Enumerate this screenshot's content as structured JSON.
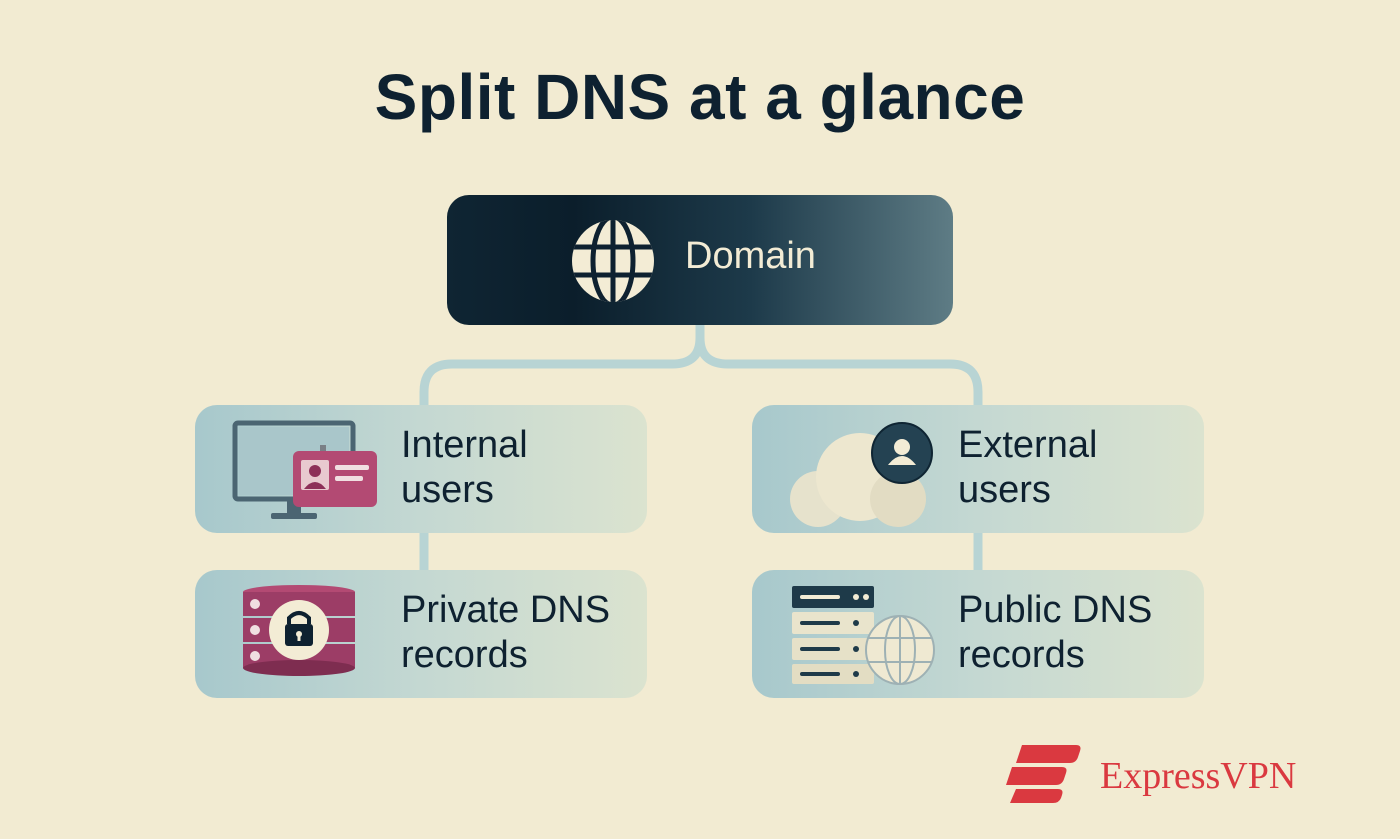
{
  "title": "Split DNS at a glance",
  "root": {
    "label": "Domain",
    "icon": "globe-icon"
  },
  "branches": [
    {
      "users": {
        "line1": "Internal",
        "line2": "users",
        "icon": "monitor-id-card-icon"
      },
      "records": {
        "line1": "Private DNS",
        "line2": "records",
        "icon": "locked-database-icon"
      }
    },
    {
      "users": {
        "line1": "External",
        "line2": "users",
        "icon": "cloud-user-icon"
      },
      "records": {
        "line1": "Public DNS",
        "line2": "records",
        "icon": "server-globe-icon"
      }
    }
  ],
  "brand": {
    "name": "ExpressVPN",
    "logo": "expressvpn-logo",
    "color": "#da3940"
  },
  "colors": {
    "background": "#f2ebd2",
    "text": "#0e2130",
    "connector": "#b8d4d4",
    "accent_private": "#9c3d66"
  }
}
